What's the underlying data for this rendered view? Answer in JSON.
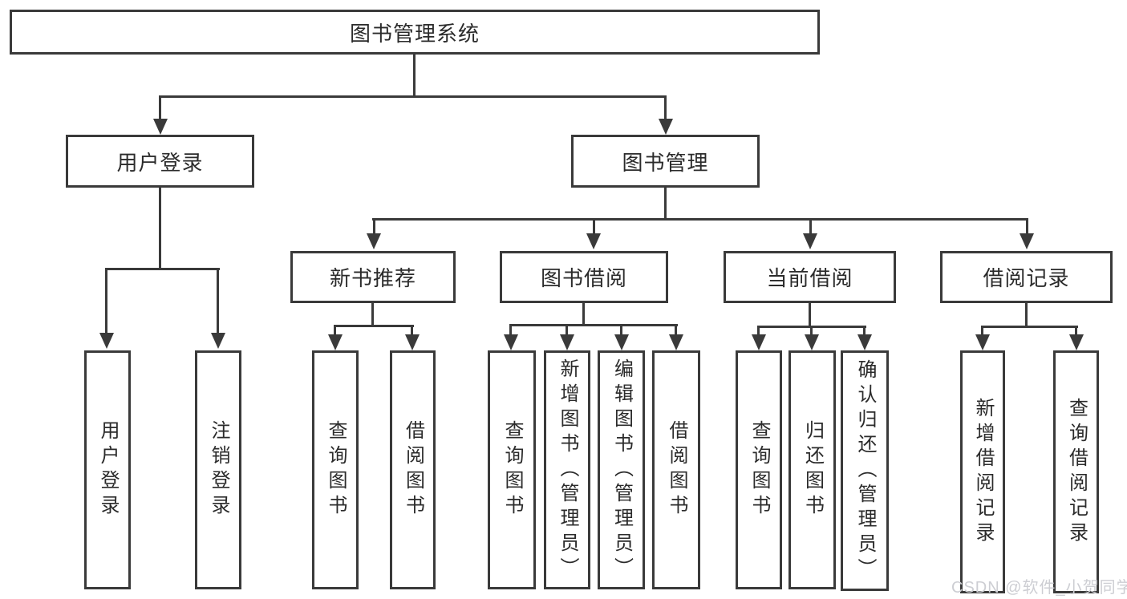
{
  "tree": {
    "label": "图书管理系统",
    "children": [
      {
        "label": "用户登录",
        "children": [
          {
            "label": "用户登录"
          },
          {
            "label": "注销登录"
          }
        ]
      },
      {
        "label": "图书管理",
        "children": [
          {
            "label": "新书推荐",
            "children": [
              {
                "label": "查询图书"
              },
              {
                "label": "借阅图书"
              }
            ]
          },
          {
            "label": "图书借阅",
            "children": [
              {
                "label": "查询图书"
              },
              {
                "label": "新增图书（管理员）"
              },
              {
                "label": "编辑图书（管理员）"
              },
              {
                "label": "借阅图书"
              }
            ]
          },
          {
            "label": "当前借阅",
            "children": [
              {
                "label": "查询图书"
              },
              {
                "label": "归还图书"
              },
              {
                "label": "确认归还（管理员）"
              }
            ]
          },
          {
            "label": "借阅记录",
            "children": [
              {
                "label": "新增借阅记录"
              },
              {
                "label": "查询借阅记录"
              }
            ]
          }
        ]
      }
    ]
  },
  "watermark": {
    "text": "CSDN @软件_小贺同学"
  },
  "colors": {
    "line": "#3a3a3a",
    "text": "#2b2b2b",
    "watermark": "#cdced3",
    "background": "#ffffff"
  }
}
